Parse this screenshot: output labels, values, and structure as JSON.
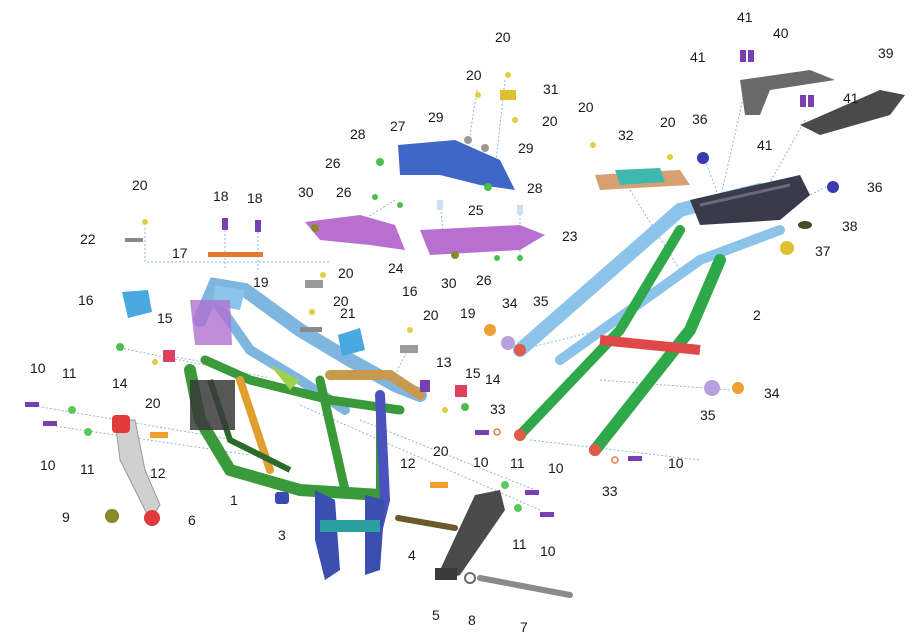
{
  "diagram": {
    "type": "exploded-parts-diagram",
    "callouts": [
      "1",
      "2",
      "3",
      "4",
      "5",
      "6",
      "7",
      "8",
      "9",
      "10",
      "11",
      "12",
      "13",
      "14",
      "15",
      "16",
      "17",
      "18",
      "19",
      "20",
      "21",
      "22",
      "23",
      "24",
      "25",
      "26",
      "27",
      "28",
      "29",
      "30",
      "31",
      "32",
      "33",
      "34",
      "35",
      "36",
      "37",
      "38",
      "39",
      "40",
      "41"
    ]
  },
  "colors": {
    "background": "#ffffff",
    "frame_green": "#3a9a3a",
    "frame_blue": "#7fb6e0",
    "subframe_green": "#2fa84a",
    "subframe_blue": "#8cc3ea",
    "crossbar_red": "#e04848",
    "panel_purple": "#b86fd0",
    "cover_blue": "#3f67c8",
    "bracket_navy": "#3b4fb0",
    "handle_gray": "#5a5a5a",
    "bolt_purple": "#7a3fb0",
    "washer_orange": "#f0a030",
    "plate_teal": "#3fb8b0",
    "pad_tan": "#d8a070",
    "leader_line": "#8fb8d8"
  }
}
